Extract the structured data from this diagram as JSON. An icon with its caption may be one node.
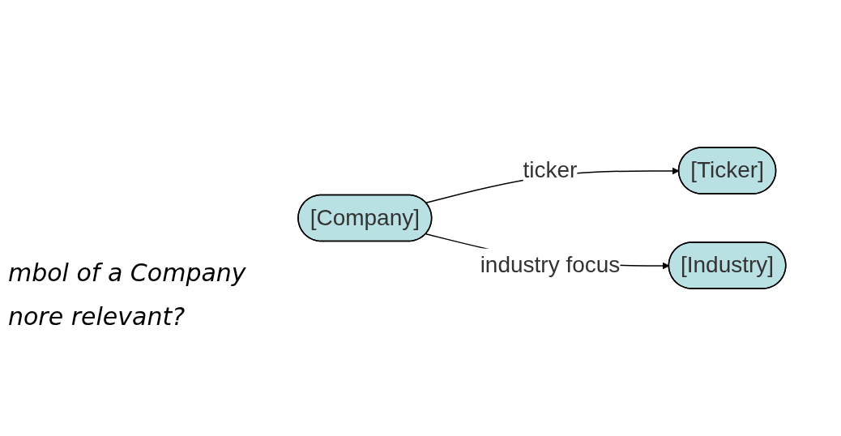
{
  "diagram": {
    "nodes": [
      {
        "text": [
          "[Company]"
        ]
      },
      {
        "text": [
          "[Ticker]"
        ]
      },
      {
        "text": [
          "[Industry]"
        ]
      }
    ],
    "edges": [
      {
        "from": 0,
        "to": 1,
        "label": "ticker",
        "arrow": "to"
      },
      {
        "from": 0,
        "to": 2,
        "label": "industry focus",
        "arrow": "to"
      }
    ],
    "labels": [
      "mbol of a Company nore relevant?"
    ]
  }
}
